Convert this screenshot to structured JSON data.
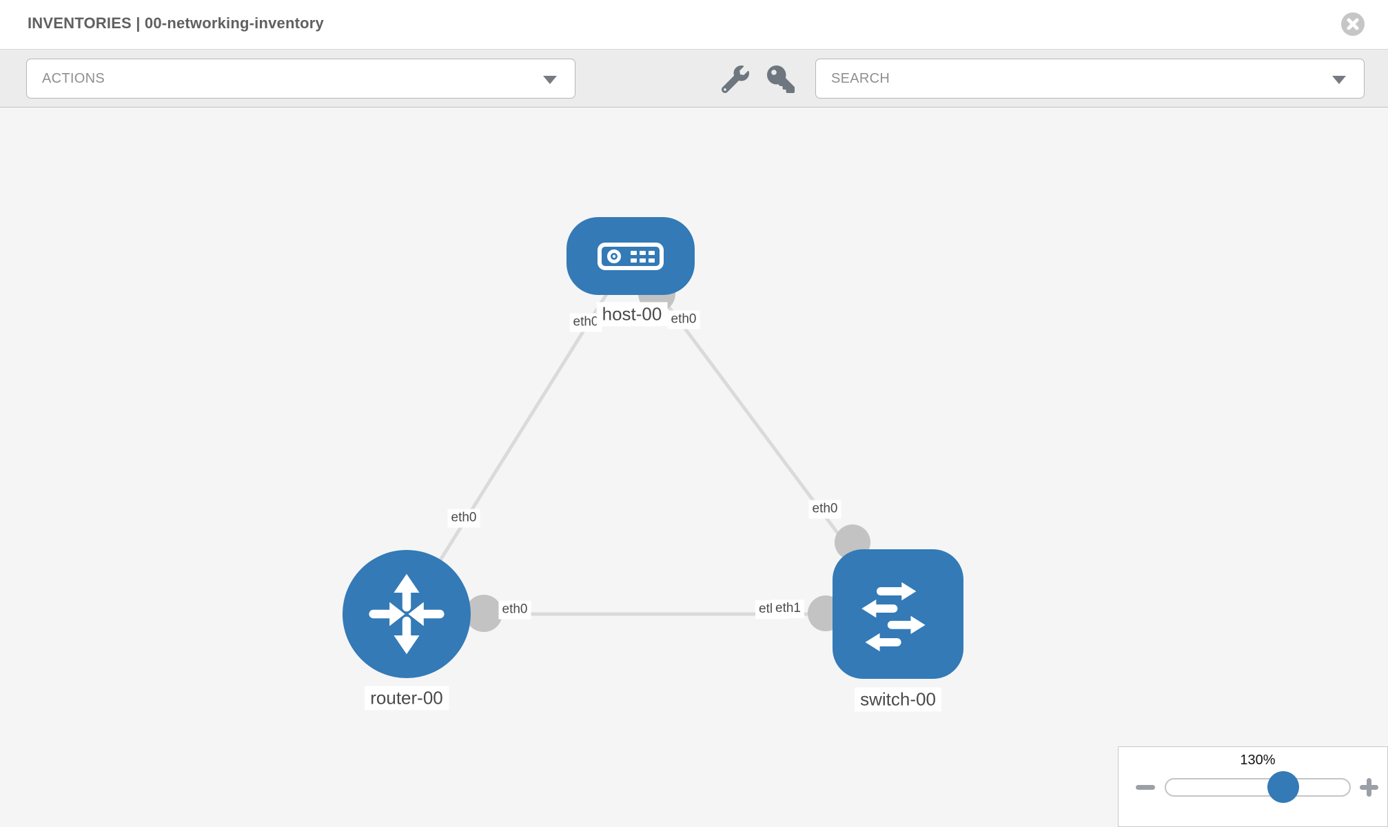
{
  "header": {
    "title": "INVENTORIES | 00-networking-inventory"
  },
  "toolbar": {
    "actions_label": "ACTIONS",
    "search_label": "SEARCH",
    "icons": [
      "wrench-icon",
      "key-icon"
    ]
  },
  "topology": {
    "nodes": [
      {
        "type": "host",
        "label": "host-00"
      },
      {
        "type": "router",
        "label": "router-00"
      },
      {
        "type": "switch",
        "label": "switch-00"
      }
    ],
    "links": [
      {
        "from": "host-00",
        "to": "router-00"
      },
      {
        "from": "host-00",
        "to": "switch-00"
      },
      {
        "from": "router-00",
        "to": "switch-00"
      }
    ],
    "interface_labels": [
      {
        "label": "eth0",
        "node": "host-00",
        "link": "host-00 - router-00"
      },
      {
        "label": "eth0",
        "node": "host-00",
        "link": "host-00 - switch-00"
      },
      {
        "label": "eth0",
        "node": "router-00",
        "link": "host-00 - router-00"
      },
      {
        "label": "eth0",
        "node": "switch-00",
        "link": "host-00 - switch-00"
      },
      {
        "label": "eth0",
        "node": "router-00",
        "link": "router-00 - switch-00"
      },
      {
        "label": "eth0",
        "node": "switch-00",
        "link": "router-00 - switch-00",
        "note": "partially covered by eth1 label"
      },
      {
        "label": "eth1",
        "node": "switch-00",
        "link": "router-00 - switch-00"
      }
    ]
  },
  "zoom_control": {
    "level": "130%",
    "zoom_out_icon": "minus",
    "zoom_in_icon": "plus"
  },
  "colors": {
    "node_blue": "#337ab7",
    "link_gray": "#dadada",
    "interface_gray": "#c3c3c3",
    "canvas_bg": "#f5f5f5",
    "toolbar_bg": "#ececec",
    "title_gray": "#606060"
  }
}
